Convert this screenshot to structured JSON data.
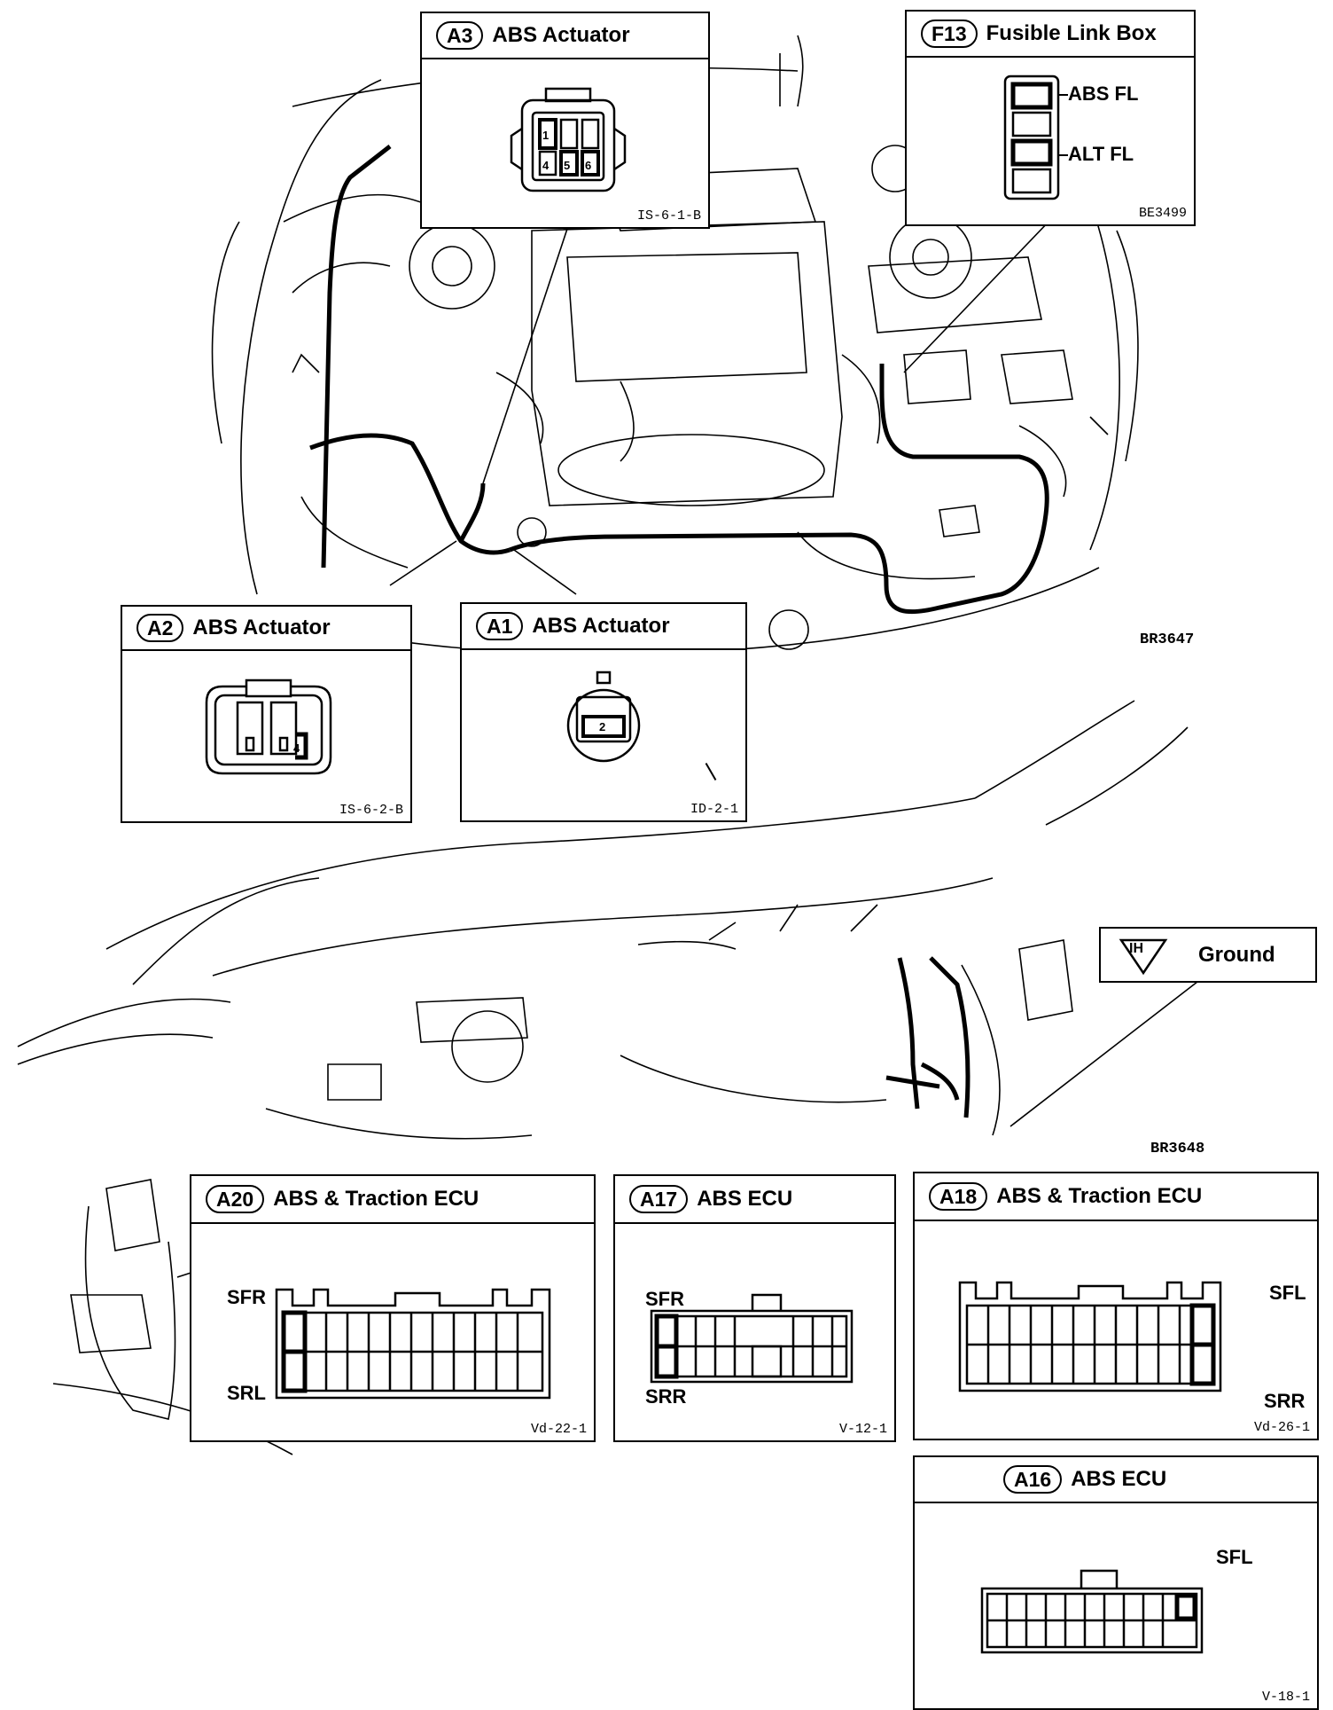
{
  "figure_codes": {
    "engine": "BR3647",
    "instrument_panel": "BR3648"
  },
  "connectors": {
    "a3": {
      "id": "A3",
      "title": "ABS Actuator",
      "code": "IS-6-1-B",
      "pins": [
        "1",
        "4",
        "5",
        "6"
      ]
    },
    "f13": {
      "id": "F13",
      "title": "Fusible Link Box",
      "code": "BE3499",
      "labels": [
        "ABS FL",
        "ALT FL"
      ]
    },
    "a2": {
      "id": "A2",
      "title": "ABS Actuator",
      "code": "IS-6-2-B",
      "pin": "4"
    },
    "a1": {
      "id": "A1",
      "title": "ABS Actuator",
      "code": "ID-2-1",
      "pin": "2"
    },
    "ground": {
      "id": "IH",
      "title": "Ground"
    },
    "a20": {
      "id": "A20",
      "title": "ABS & Traction ECU",
      "code": "Vd-22-1",
      "labels": [
        "SFR",
        "SRL"
      ]
    },
    "a17": {
      "id": "A17",
      "title": "ABS ECU",
      "code": "V-12-1",
      "labels": [
        "SFR",
        "SRR"
      ]
    },
    "a18": {
      "id": "A18",
      "title": "ABS & Traction ECU",
      "code": "Vd-26-1",
      "labels": [
        "SFL",
        "SRR"
      ]
    },
    "a16": {
      "id": "A16",
      "title": "ABS ECU",
      "code": "V-18-1",
      "labels": [
        "SFL"
      ]
    }
  }
}
